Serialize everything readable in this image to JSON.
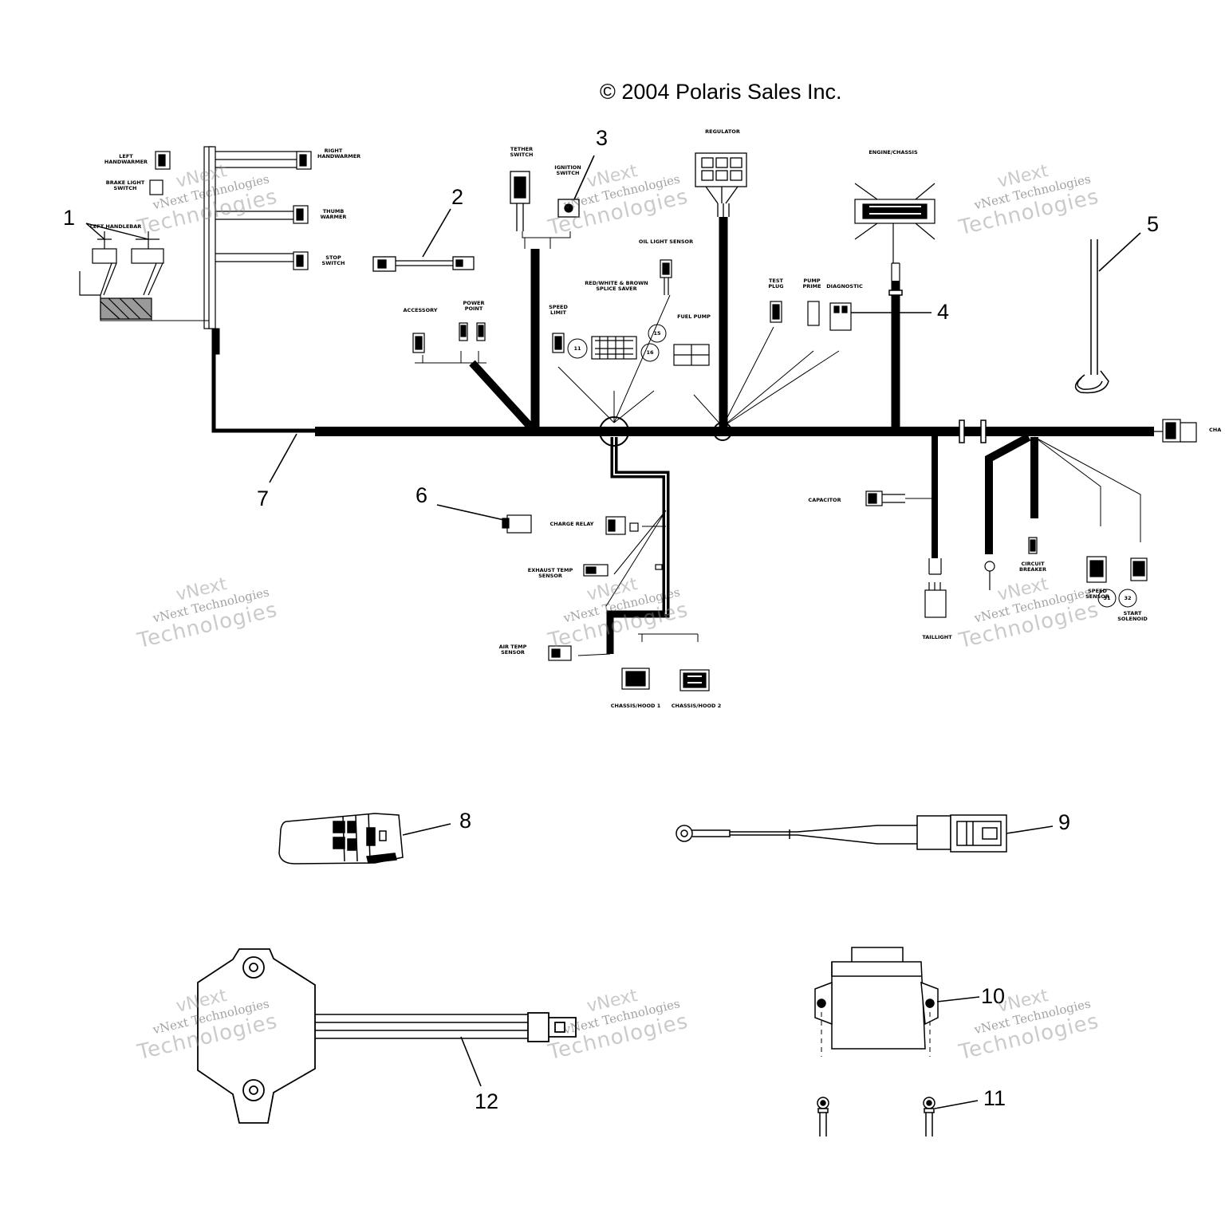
{
  "copyright": "© 2004 Polaris Sales Inc.",
  "callouts": [
    "1",
    "2",
    "3",
    "4",
    "5",
    "6",
    "7",
    "8",
    "9",
    "10",
    "11",
    "12"
  ],
  "labels": {
    "left_handlebar": "LEFT HANDLEBAR",
    "brake_light_switch": "BRAKE LIGHT SWITCH",
    "left_handwarmer": "LEFT HANDWARMER",
    "right_handwarmer": "RIGHT HANDWARMER",
    "thumb_warmer": "THUMB WARMER",
    "stop_switch": "STOP SWITCH",
    "tether_switch": "TETHER SWITCH",
    "ignition_switch": "IGNITION SWITCH",
    "regulator": "REGULATOR",
    "engine_chassis": "ENGINE/CHASSIS",
    "oil_light_sensor": "OIL LIGHT SENSOR",
    "splice_saver": "RED/WHITE & BROWN SPLICE SAVER",
    "accessory": "ACCESSORY",
    "power_point": "POWER POINT",
    "speed_limit": "SPEED LIMIT",
    "fuel_pump": "FUEL PUMP",
    "test_plug": "TEST PLUG",
    "pump_prime": "PUMP PRIME",
    "diagnostic": "DIAGNOSTIC",
    "capacitor": "CAPACITOR",
    "charge_relay": "CHARGE RELAY",
    "exhaust_temp_sensor": "EXHAUST TEMP SENSOR",
    "air_temp_sensor": "AIR TEMP SENSOR",
    "chassis_hood_1": "CHASSIS/HOOD 1",
    "chassis_hood_2": "CHASSIS/HOOD 2",
    "taillight": "TAILLIGHT",
    "circuit_breaker": "CIRCUIT BREAKER",
    "speed_sensor": "SPEED SENSOR",
    "start_solenoid": "START SOLENOID",
    "chassis_edge": "CHA"
  },
  "node_numbers": [
    "11",
    "15",
    "16",
    "31",
    "32"
  ],
  "watermark": {
    "line1": "vNext",
    "line2": "vNext Technologies",
    "line3": "Technologies"
  }
}
